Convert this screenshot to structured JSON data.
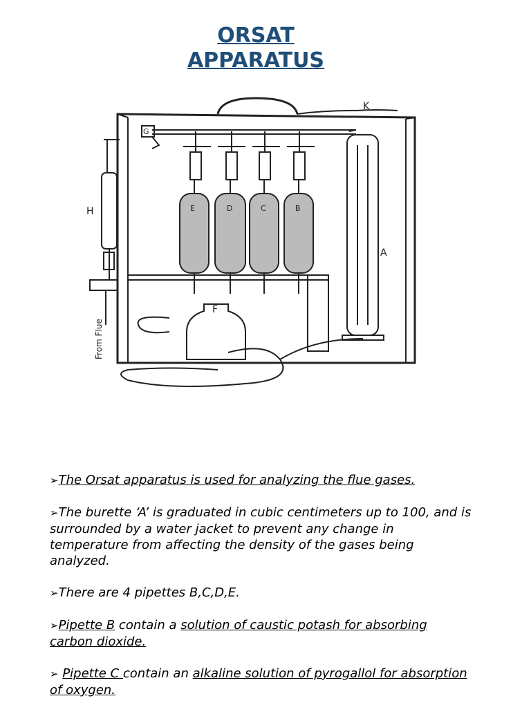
{
  "title": {
    "line1": "ORSAT",
    "line2": "APPARATUS"
  },
  "figure": {
    "labels": {
      "K": "K",
      "G": "G",
      "H": "H",
      "E": "E",
      "D": "D",
      "C": "C",
      "B": "B",
      "A": "A",
      "F": "F",
      "from_flue": "From Flue"
    }
  },
  "bullets": {
    "marker": "➢",
    "p1": {
      "u1": "The Orsat apparatus is used for analyzing the flue gases. "
    },
    "p2": {
      "t1": "The burette ‘A’ is graduated in cubic centimeters up to 100, and is surrounded by a water jacket to prevent any change in temperature from affecting the density of the gases being analyzed."
    },
    "p3": {
      "t1": "There are 4 pipettes B,C,D,E."
    },
    "p4": {
      "u1": "Pipette B",
      "t1": " contain a ",
      "u2": "solution of caustic potash for absorbing carbon dioxide."
    },
    "p5": {
      "t0": " ",
      "u1": "Pipette C ",
      "t1": "contain an ",
      "u2": "alkaline solution of pyrogallol for absorption of oxygen."
    }
  }
}
